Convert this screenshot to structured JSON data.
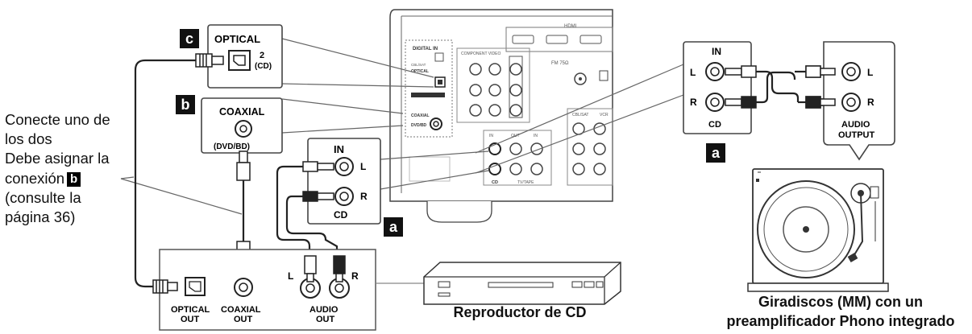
{
  "left_note": {
    "line1": "Conecte uno de",
    "line2": "los dos",
    "line3": "Debe asignar la",
    "line4_text": "conexión",
    "line4_badge": "b",
    "line5": "(consulte la",
    "line6": "página 36)"
  },
  "badges": {
    "c": "c",
    "b": "b",
    "a": "a"
  },
  "optical_callout": {
    "title": "OPTICAL",
    "num": "2",
    "sub": "(CD)"
  },
  "coaxial_callout": {
    "title": "COAXIAL",
    "sub": "(DVD/BD)"
  },
  "in_cd_callout": {
    "title": "IN",
    "l": "L",
    "r": "R",
    "cd": "CD"
  },
  "cd_player_panel": {
    "optical_out": [
      "OPTICAL",
      "OUT"
    ],
    "coaxial_out": [
      "COAXIAL",
      "OUT"
    ],
    "audio_out": [
      "AUDIO",
      "OUT"
    ],
    "l": "L",
    "r": "R"
  },
  "turntable_in": {
    "title": "IN",
    "l": "L",
    "r": "R",
    "cd": "CD"
  },
  "turntable_out": {
    "l": "L",
    "r": "R",
    "label1": "AUDIO",
    "label2": "OUTPUT"
  },
  "receiver": {
    "digital_in": "DIGITAL IN",
    "optical": "OPTICAL",
    "cblsat": "CBL/SAT",
    "coaxial": "COAXIAL",
    "dvdbd": "DVD/BD",
    "component_video": "COMPONENT VIDEO",
    "hdmi": "HDMI",
    "in": "IN",
    "out": "OUT",
    "cd": "CD",
    "tvtape": "TV/TAPE",
    "fm": "FM 75Ω",
    "vcr": "VCR"
  },
  "captions": {
    "cd_player": "Reproductor de CD",
    "turntable_line1": "Giradiscos (MM) con un",
    "turntable_line2": "preamplificador Phono integrado"
  }
}
